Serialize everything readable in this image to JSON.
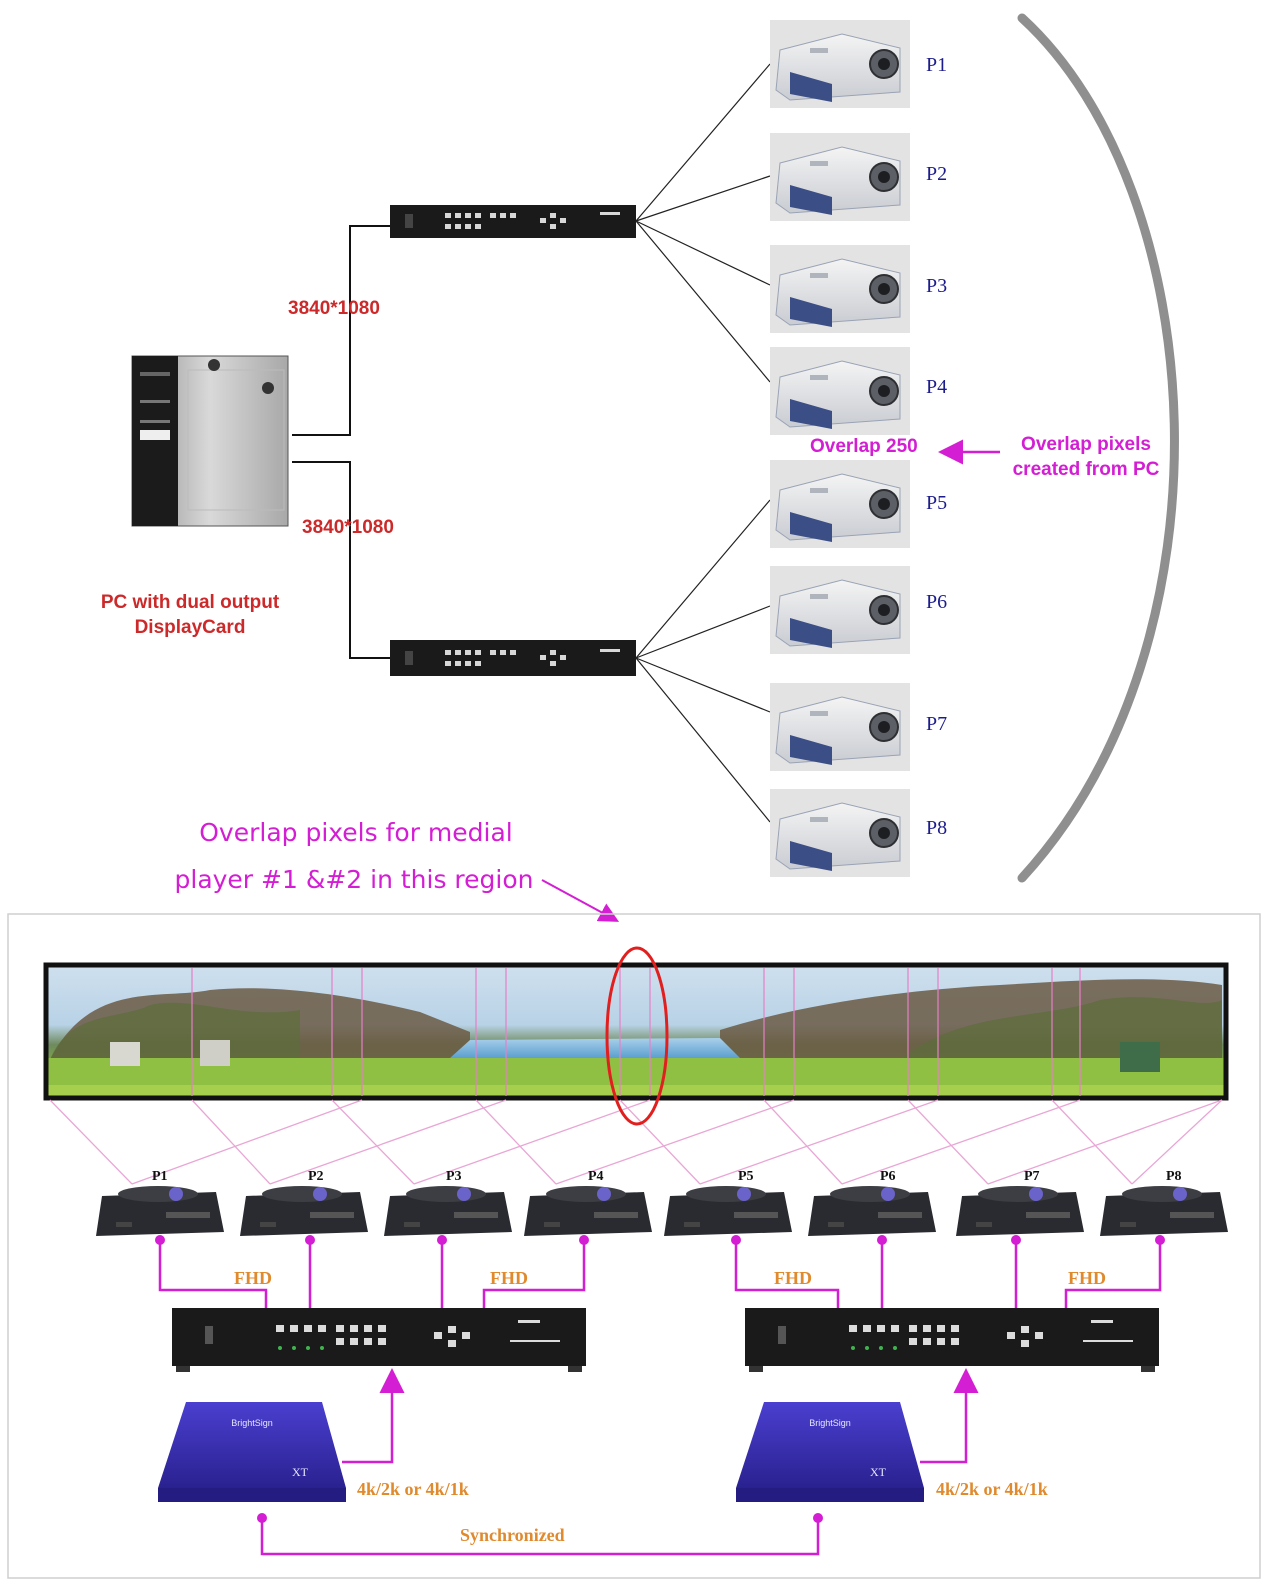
{
  "top": {
    "pc_label_line1": "PC with dual output",
    "pc_label_line2": "DisplayCard",
    "resolution_upper": "3840*1080",
    "resolution_lower": "3840*1080",
    "projectors": [
      "P1",
      "P2",
      "P3",
      "P4",
      "P5",
      "P6",
      "P7",
      "P8"
    ],
    "overlap_value": "Overlap 250",
    "overlap_note_line1": "Overlap pixels",
    "overlap_note_line2": "created from PC"
  },
  "middle": {
    "region_note_line1": "Overlap pixels for medial",
    "region_note_line2": "player #1 &#2 in this region"
  },
  "bottom": {
    "projectors": [
      "P1",
      "P2",
      "P3",
      "P4",
      "P5",
      "P6",
      "P7",
      "P8"
    ],
    "fhd_labels": [
      "FHD",
      "FHD",
      "FHD",
      "FHD"
    ],
    "player_left_caption": "4k/2k or 4k/1k",
    "player_right_caption": "4k/2k or 4k/1k",
    "player_brand": "BrightSign",
    "player_model": "XT",
    "sync_label": "Synchronized"
  },
  "colors": {
    "red_label": "#cc2a2a",
    "magenta": "#d31ed3",
    "orange_label": "#e08a2e",
    "projector_label": "#1c1c8c",
    "player_blue": "#3a2fb0"
  }
}
